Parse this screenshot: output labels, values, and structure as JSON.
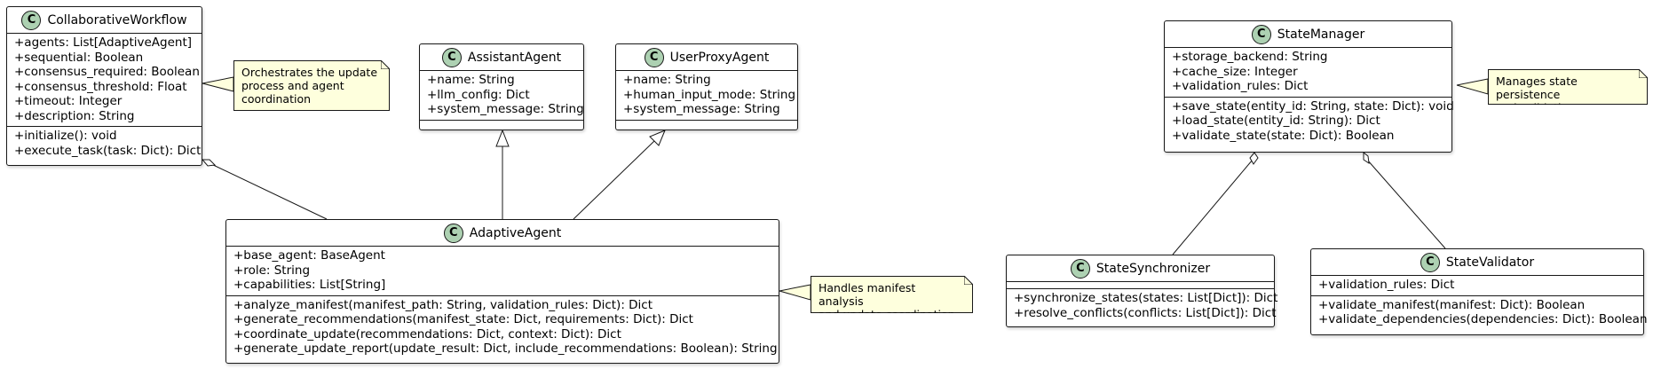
{
  "classes": {
    "collaborative_workflow": {
      "name": "CollaborativeWorkflow",
      "attributes": [
        "+agents: List[AdaptiveAgent]",
        "+sequential: Boolean",
        "+consensus_required: Boolean",
        "+consensus_threshold: Float",
        "+timeout: Integer",
        "+description: String"
      ],
      "methods": [
        "+initialize(): void",
        "+execute_task(task: Dict): Dict"
      ]
    },
    "assistant_agent": {
      "name": "AssistantAgent",
      "attributes": [
        "+name: String",
        "+llm_config: Dict",
        "+system_message: String"
      ],
      "methods": []
    },
    "user_proxy_agent": {
      "name": "UserProxyAgent",
      "attributes": [
        "+name: String",
        "+human_input_mode: String",
        "+system_message: String"
      ],
      "methods": []
    },
    "adaptive_agent": {
      "name": "AdaptiveAgent",
      "attributes": [
        "+base_agent: BaseAgent",
        "+role: String",
        "+capabilities: List[String]"
      ],
      "methods": [
        "+analyze_manifest(manifest_path: String, validation_rules: Dict): Dict",
        "+generate_recommendations(manifest_state: Dict, requirements: Dict): Dict",
        "+coordinate_update(recommendations: Dict, context: Dict): Dict",
        "+generate_update_report(update_result: Dict, include_recommendations: Boolean): String"
      ]
    },
    "state_manager": {
      "name": "StateManager",
      "attributes": [
        "+storage_backend: String",
        "+cache_size: Integer",
        "+validation_rules: Dict"
      ],
      "methods": [
        "+save_state(entity_id: String, state: Dict): void",
        "+load_state(entity_id: String): Dict",
        "+validate_state(state: Dict): Boolean"
      ]
    },
    "state_synchronizer": {
      "name": "StateSynchronizer",
      "attributes": [],
      "methods": [
        "+synchronize_states(states: List[Dict]): Dict",
        "+resolve_conflicts(conflicts: List[Dict]): Dict"
      ]
    },
    "state_validator": {
      "name": "StateValidator",
      "attributes": [
        "+validation_rules: Dict"
      ],
      "methods": [
        "+validate_manifest(manifest: Dict): Boolean",
        "+validate_dependencies(dependencies: Dict): Boolean"
      ]
    }
  },
  "class_icon_letter": "C",
  "notes": {
    "workflow_note": [
      "Orchestrates the update",
      "process and agent",
      "coordination"
    ],
    "agent_note": [
      "Handles manifest analysis",
      "and update coordination"
    ],
    "state_note": [
      "Manages state persistence",
      "and validation"
    ]
  },
  "colors": {
    "class_icon": "#ADD1B2",
    "note_fill": "#FEFFDD",
    "border": "#181818"
  }
}
